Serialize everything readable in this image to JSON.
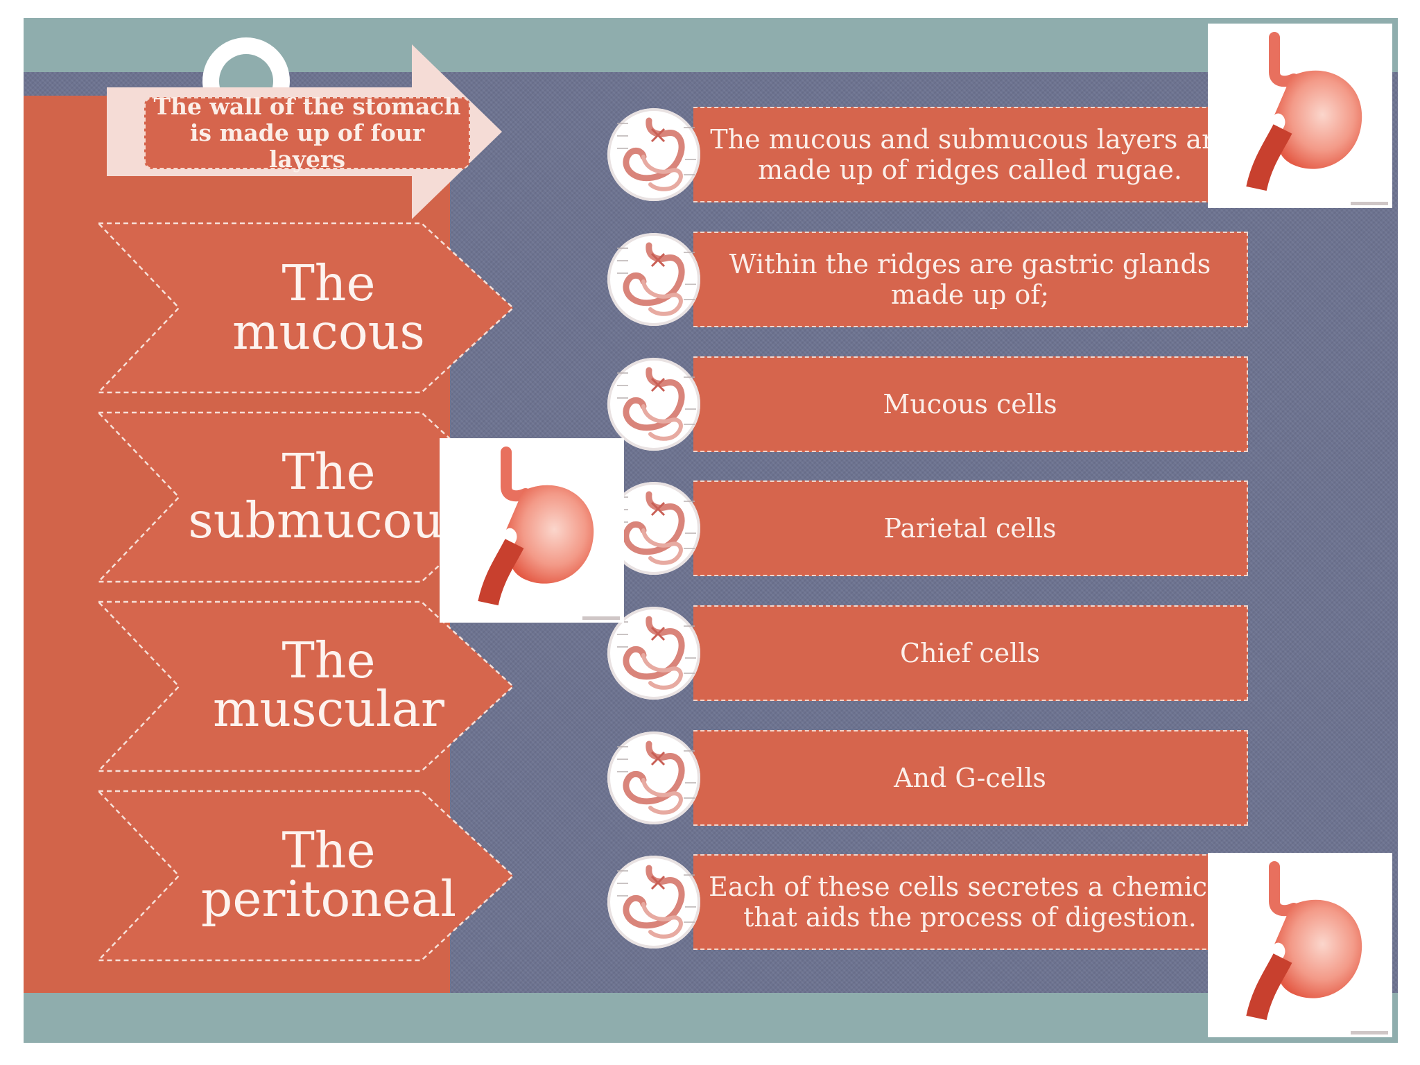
{
  "title": "The wall of the stomach is made up of four layers",
  "layers": [
    {
      "line1": "The",
      "line2": "mucous"
    },
    {
      "line1": "The",
      "line2": "submucous"
    },
    {
      "line1": "The",
      "line2": "muscular"
    },
    {
      "line1": "The",
      "line2": "peritoneal"
    }
  ],
  "items": [
    "The mucous and submucous layers are made up of ridges called rugae.",
    "Within the ridges are gastric glands made up of;",
    "Mucous cells",
    "Parietal cells",
    "Chief cells",
    "And G-cells",
    "Each of these cells secretes a chemical that aids the process of digestion."
  ],
  "colors": {
    "panel": "#d2644a",
    "band": "#8fadad",
    "background": "#6d7390",
    "arrow": "#f5dcd6"
  },
  "icons": [
    "stomach-diagram-icon",
    "stomach-photo"
  ]
}
